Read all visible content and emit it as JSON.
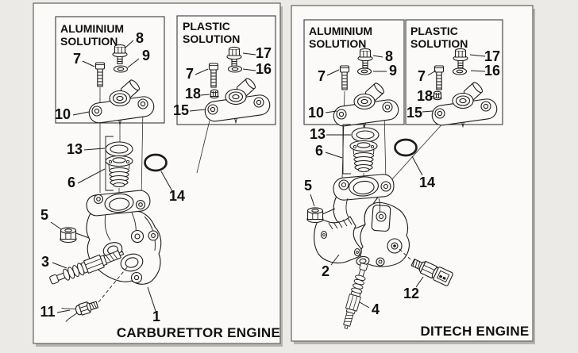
{
  "colors": {
    "page_background": "#ECEAE7",
    "panel_background": "#FBFAF8",
    "line": "#1C1C1C",
    "panel_border": "#6E6C68"
  },
  "panels": [
    {
      "caption": "CARBURETTOR ENGINE",
      "aluminium_box": {
        "title_line1": "ALUMINIUM",
        "title_line2": "SOLUTION",
        "callouts": {
          "socket_bolt": "7",
          "flange_bolt": "8",
          "washer": "9",
          "thermostat_cover": "10"
        }
      },
      "plastic_box": {
        "title_line1": "PLASTIC",
        "title_line2": "SOLUTION",
        "callouts": {
          "socket_bolt": "7",
          "flange_bolt": "17",
          "washer": "16",
          "nut": "18",
          "thermostat_cover": "15"
        }
      },
      "callouts": {
        "seal_ring": "13",
        "thermostat": "6",
        "o_ring": "14",
        "hex_nut": "5",
        "spark_plug": "3",
        "thermo_switch": "11",
        "cylinder_head": "1"
      }
    },
    {
      "caption": "DITECH ENGINE",
      "aluminium_box": {
        "title_line1": "ALUMINIUM",
        "title_line2": "SOLUTION",
        "callouts": {
          "socket_bolt": "7",
          "flange_bolt": "8",
          "washer": "9",
          "thermostat_cover": "10"
        }
      },
      "plastic_box": {
        "title_line1": "PLASTIC",
        "title_line2": "SOLUTION",
        "callouts": {
          "socket_bolt": "7",
          "flange_bolt": "17",
          "washer": "16",
          "nut": "18",
          "thermostat_cover": "15"
        }
      },
      "callouts": {
        "seal_ring": "13",
        "thermostat": "6",
        "o_ring": "14",
        "hex_nut": "5",
        "cylinder_head": "2",
        "spark_plug": "4",
        "coolant_sensor": "12"
      }
    }
  ]
}
